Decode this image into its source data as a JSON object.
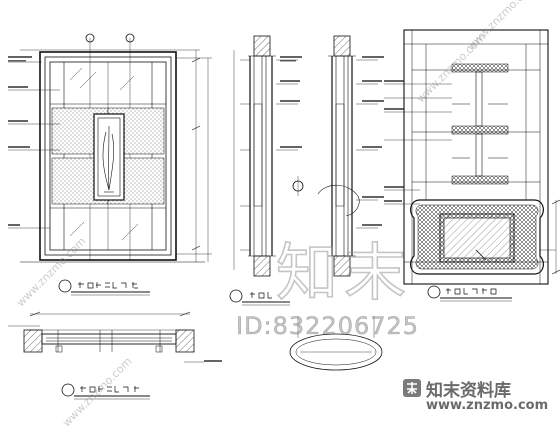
{
  "watermark": {
    "big_text": "知末",
    "id_text": "ID:832206725",
    "diagonal_text": "www.znzmo.com"
  },
  "brand": {
    "name": "知末资料库",
    "url": "www.znzmo.com"
  },
  "drawing": {
    "line_color": "#111111",
    "hatch_color": "#444444"
  }
}
